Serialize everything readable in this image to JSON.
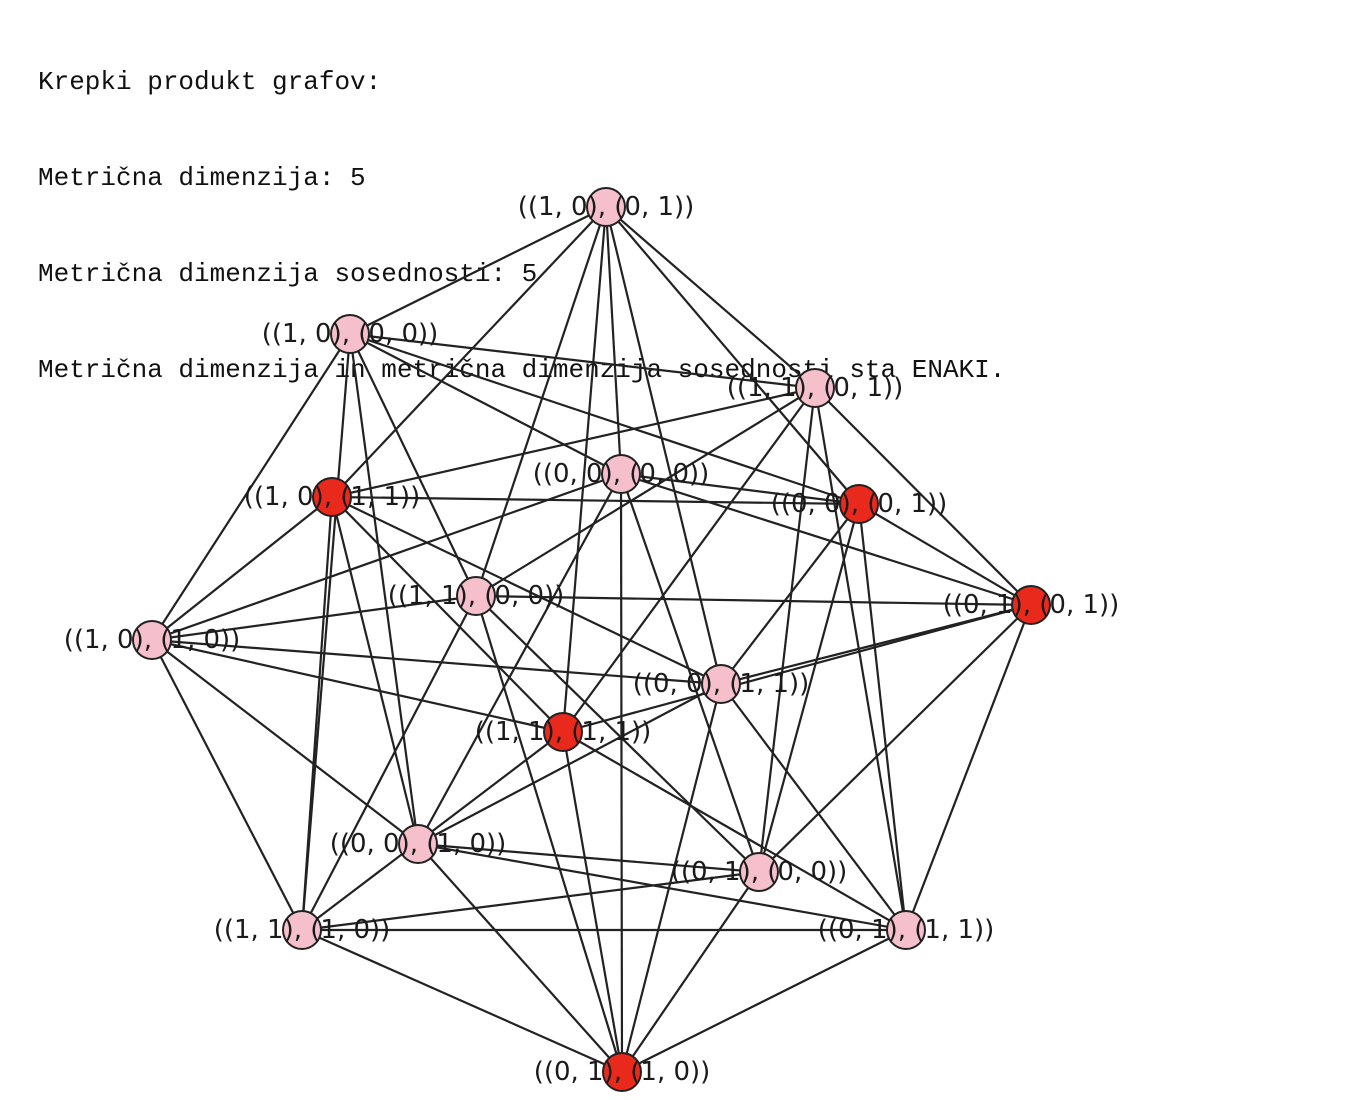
{
  "output": {
    "lines": [
      "Krepki produkt grafov:",
      "Metrična dimenzija: 5",
      "Metrična dimenzija sosednosti: 5",
      "Metrična dimenzija in metrična dimenzija sosednosti sta ENAKI."
    ]
  },
  "graph": {
    "colors": {
      "resolving": "#e8291c",
      "default": "#f5c0cb",
      "edge": "#222222",
      "outline": "#222222"
    },
    "nodes": [
      {
        "label": "((1, 0), (0, 1))",
        "resolving": false
      },
      {
        "label": "((1, 0), (0, 0))",
        "resolving": false
      },
      {
        "label": "((1, 1), (0, 1))",
        "resolving": false
      },
      {
        "label": "((0, 0), (0, 0))",
        "resolving": false
      },
      {
        "label": "((1, 0), (1, 1))",
        "resolving": true
      },
      {
        "label": "((0, 0), (0, 1))",
        "resolving": true
      },
      {
        "label": "((1, 1), (0, 0))",
        "resolving": false
      },
      {
        "label": "((0, 1), (0, 1))",
        "resolving": true
      },
      {
        "label": "((1, 0), (1, 0))",
        "resolving": false
      },
      {
        "label": "((0, 0), (1, 1))",
        "resolving": false
      },
      {
        "label": "((1, 1), (1, 1))",
        "resolving": true
      },
      {
        "label": "((0, 0), (1, 0))",
        "resolving": false
      },
      {
        "label": "((0, 1), (0, 0))",
        "resolving": false
      },
      {
        "label": "((1, 1), (1, 0))",
        "resolving": false
      },
      {
        "label": "((0, 1), (1, 1))",
        "resolving": false
      },
      {
        "label": "((0, 1), (1, 0))",
        "resolving": true
      }
    ]
  }
}
